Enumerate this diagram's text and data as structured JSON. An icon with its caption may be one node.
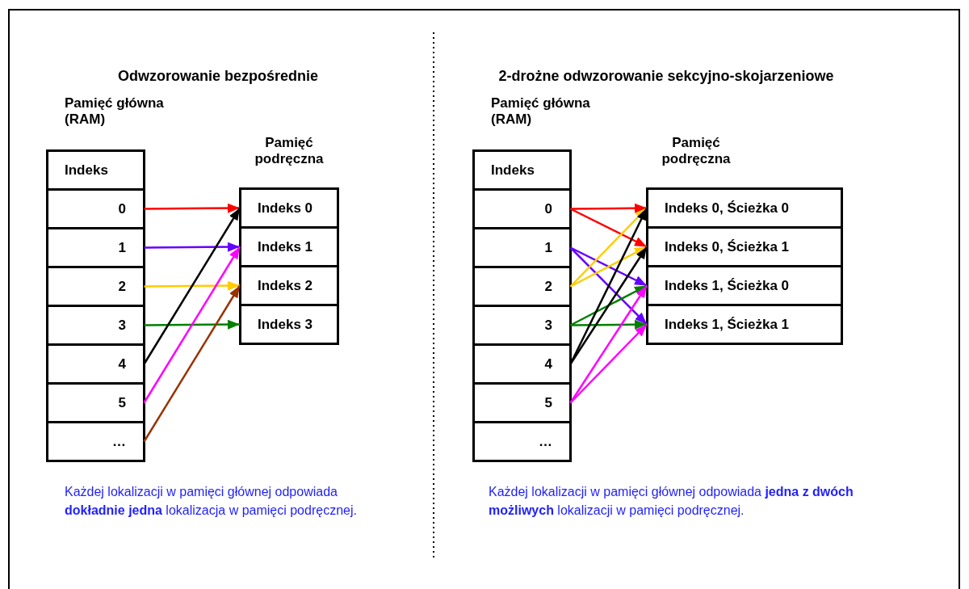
{
  "diagram": {
    "nodes": [
      {
        "text": [
          "Pamięć główna (RAM)"
        ]
      },
      {
        "text": [
          "Indeks"
        ],
        "in": 0
      },
      {
        "text": [
          "0"
        ],
        "in": 0
      },
      {
        "text": [
          "1"
        ],
        "in": 0
      },
      {
        "text": [
          "2"
        ],
        "in": 0
      },
      {
        "text": [
          "3"
        ],
        "in": 0
      },
      {
        "text": [
          "4"
        ],
        "in": 0
      },
      {
        "text": [
          "5"
        ],
        "in": 0
      },
      {
        "text": [
          "…"
        ],
        "in": 0
      },
      {
        "text": [
          "Pamięć podręczna"
        ]
      },
      {
        "text": [
          "Indeks 0"
        ],
        "in": 9
      },
      {
        "text": [
          "Indeks 1"
        ],
        "in": 9
      },
      {
        "text": [
          "Indeks 2"
        ],
        "in": 9
      },
      {
        "text": [
          "Indeks 3"
        ],
        "in": 9
      },
      {
        "text": [
          "Pamięć główna (RAM)"
        ]
      },
      {
        "text": [
          "Indeks"
        ],
        "in": 14
      },
      {
        "text": [
          "0"
        ],
        "in": 14
      },
      {
        "text": [
          "1"
        ],
        "in": 14
      },
      {
        "text": [
          "2"
        ],
        "in": 14
      },
      {
        "text": [
          "3"
        ],
        "in": 14
      },
      {
        "text": [
          "4"
        ],
        "in": 14
      },
      {
        "text": [
          "5"
        ],
        "in": 14
      },
      {
        "text": [
          "…"
        ],
        "in": 14
      },
      {
        "text": [
          "Pamięć podręczna"
        ]
      },
      {
        "text": [
          "Indeks 0, Ścieżka 0"
        ],
        "in": 23
      },
      {
        "text": [
          "Indeks 0, Ścieżka 1"
        ],
        "in": 23
      },
      {
        "text": [
          "Indeks 1, Ścieżka 0"
        ],
        "in": 23
      },
      {
        "text": [
          "Indeks 1, Ścieżka 1"
        ],
        "in": 23
      }
    ],
    "edges": [
      {
        "from": 2,
        "to": 10,
        "arrow": "to",
        "color": "#ff0000"
      },
      {
        "from": 3,
        "to": 11,
        "arrow": "to",
        "color": "#6600ff"
      },
      {
        "from": 4,
        "to": 12,
        "arrow": "to",
        "color": "#ffcc00"
      },
      {
        "from": 5,
        "to": 13,
        "arrow": "to",
        "color": "#008000"
      },
      {
        "from": 6,
        "to": 10,
        "arrow": "to",
        "color": "#000000"
      },
      {
        "from": 7,
        "to": 11,
        "arrow": "to",
        "color": "#ff00ff"
      },
      {
        "from": 8,
        "to": 12,
        "arrow": "to",
        "color": "#993300"
      },
      {
        "from": 16,
        "to": 24,
        "arrow": "to",
        "color": "#ff0000"
      },
      {
        "from": 16,
        "to": 25,
        "arrow": "to",
        "color": "#ff0000"
      },
      {
        "from": 17,
        "to": 26,
        "arrow": "to",
        "color": "#6600ff"
      },
      {
        "from": 17,
        "to": 27,
        "arrow": "to",
        "color": "#6600ff"
      },
      {
        "from": 18,
        "to": 24,
        "arrow": "to",
        "color": "#ffcc00"
      },
      {
        "from": 18,
        "to": 25,
        "arrow": "to",
        "color": "#ffcc00"
      },
      {
        "from": 19,
        "to": 26,
        "arrow": "to",
        "color": "#008000"
      },
      {
        "from": 19,
        "to": 27,
        "arrow": "to",
        "color": "#008000"
      },
      {
        "from": 20,
        "to": 24,
        "arrow": "to",
        "color": "#000000"
      },
      {
        "from": 20,
        "to": 25,
        "arrow": "to",
        "color": "#000000"
      },
      {
        "from": 21,
        "to": 26,
        "arrow": "to",
        "color": "#ff00ff"
      },
      {
        "from": 21,
        "to": 27,
        "arrow": "to",
        "color": "#ff00ff"
      }
    ],
    "labels": [
      "Odwzorowanie bezpośrednie",
      "2-drożne odwzorowanie sekcyjno-skojarzeniowe",
      "Każdej lokalizacji w pamięci głównej odpowiada **dokładnie jedna** lokalizacja w pamięci podręcznej.",
      "Każdej lokalizacji w pamięci głównej odpowiada **jedna z dwóch możliwych** lokalizacji w pamięci podręcznej."
    ]
  }
}
